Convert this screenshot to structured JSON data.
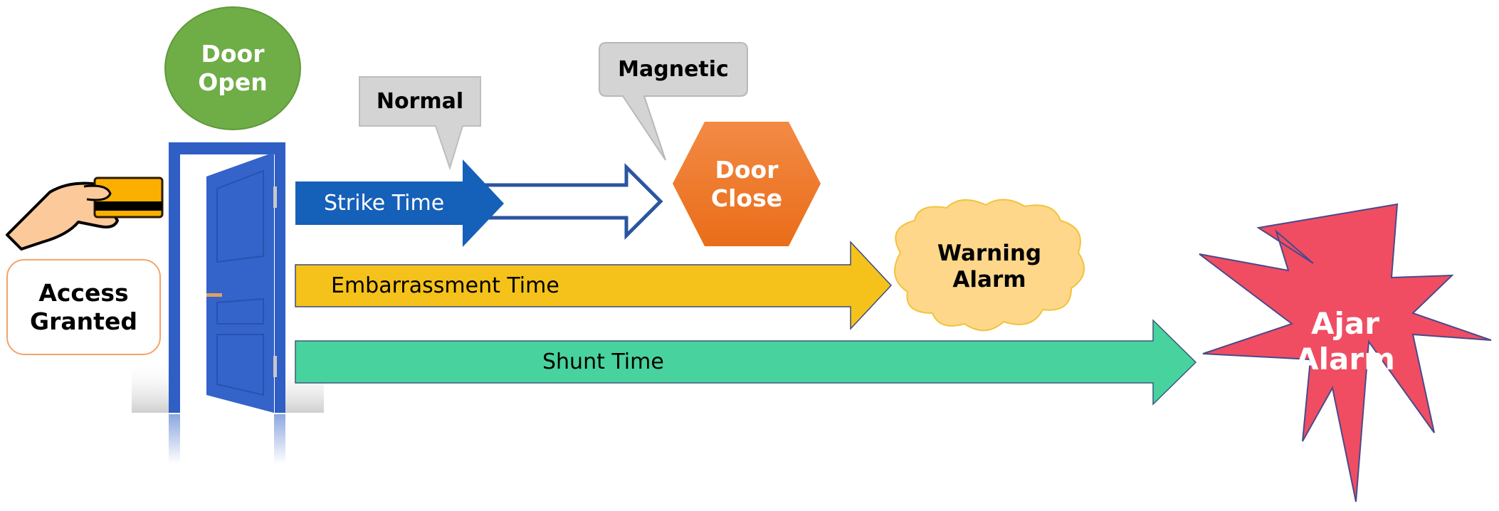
{
  "diagram": {
    "title": "Door access timing",
    "events": {
      "door_open": "Door\nOpen",
      "access_granted": "Access\nGranted",
      "door_close": "Door\nClose",
      "warning_alarm": "Warning\nAlarm",
      "ajar_alarm": "Ajar\nAlarm"
    },
    "callouts": {
      "normal": "Normal",
      "magnetic": "Magnetic"
    },
    "timers": [
      {
        "id": "strike",
        "label": "Strike Time",
        "color": "#1560b8",
        "leads_to": "Door Close"
      },
      {
        "id": "embarrassment",
        "label": "Embarrassment Time",
        "color": "#f5c21b",
        "leads_to": "Warning Alarm"
      },
      {
        "id": "shunt",
        "label": "Shunt Time",
        "color": "#48d39e",
        "leads_to": "Ajar Alarm"
      }
    ],
    "colors": {
      "door_open": "#6fad46",
      "door_close": "#f07c27",
      "warning_cloud": "#fed78b",
      "ajar_star": "#f04d63",
      "door": "#2f5fc4",
      "callout": "#d4d4d4",
      "access_border": "#f4a36c"
    },
    "icons": {
      "hand_card": "hand-holding-card-icon",
      "door": "open-door-icon"
    }
  }
}
